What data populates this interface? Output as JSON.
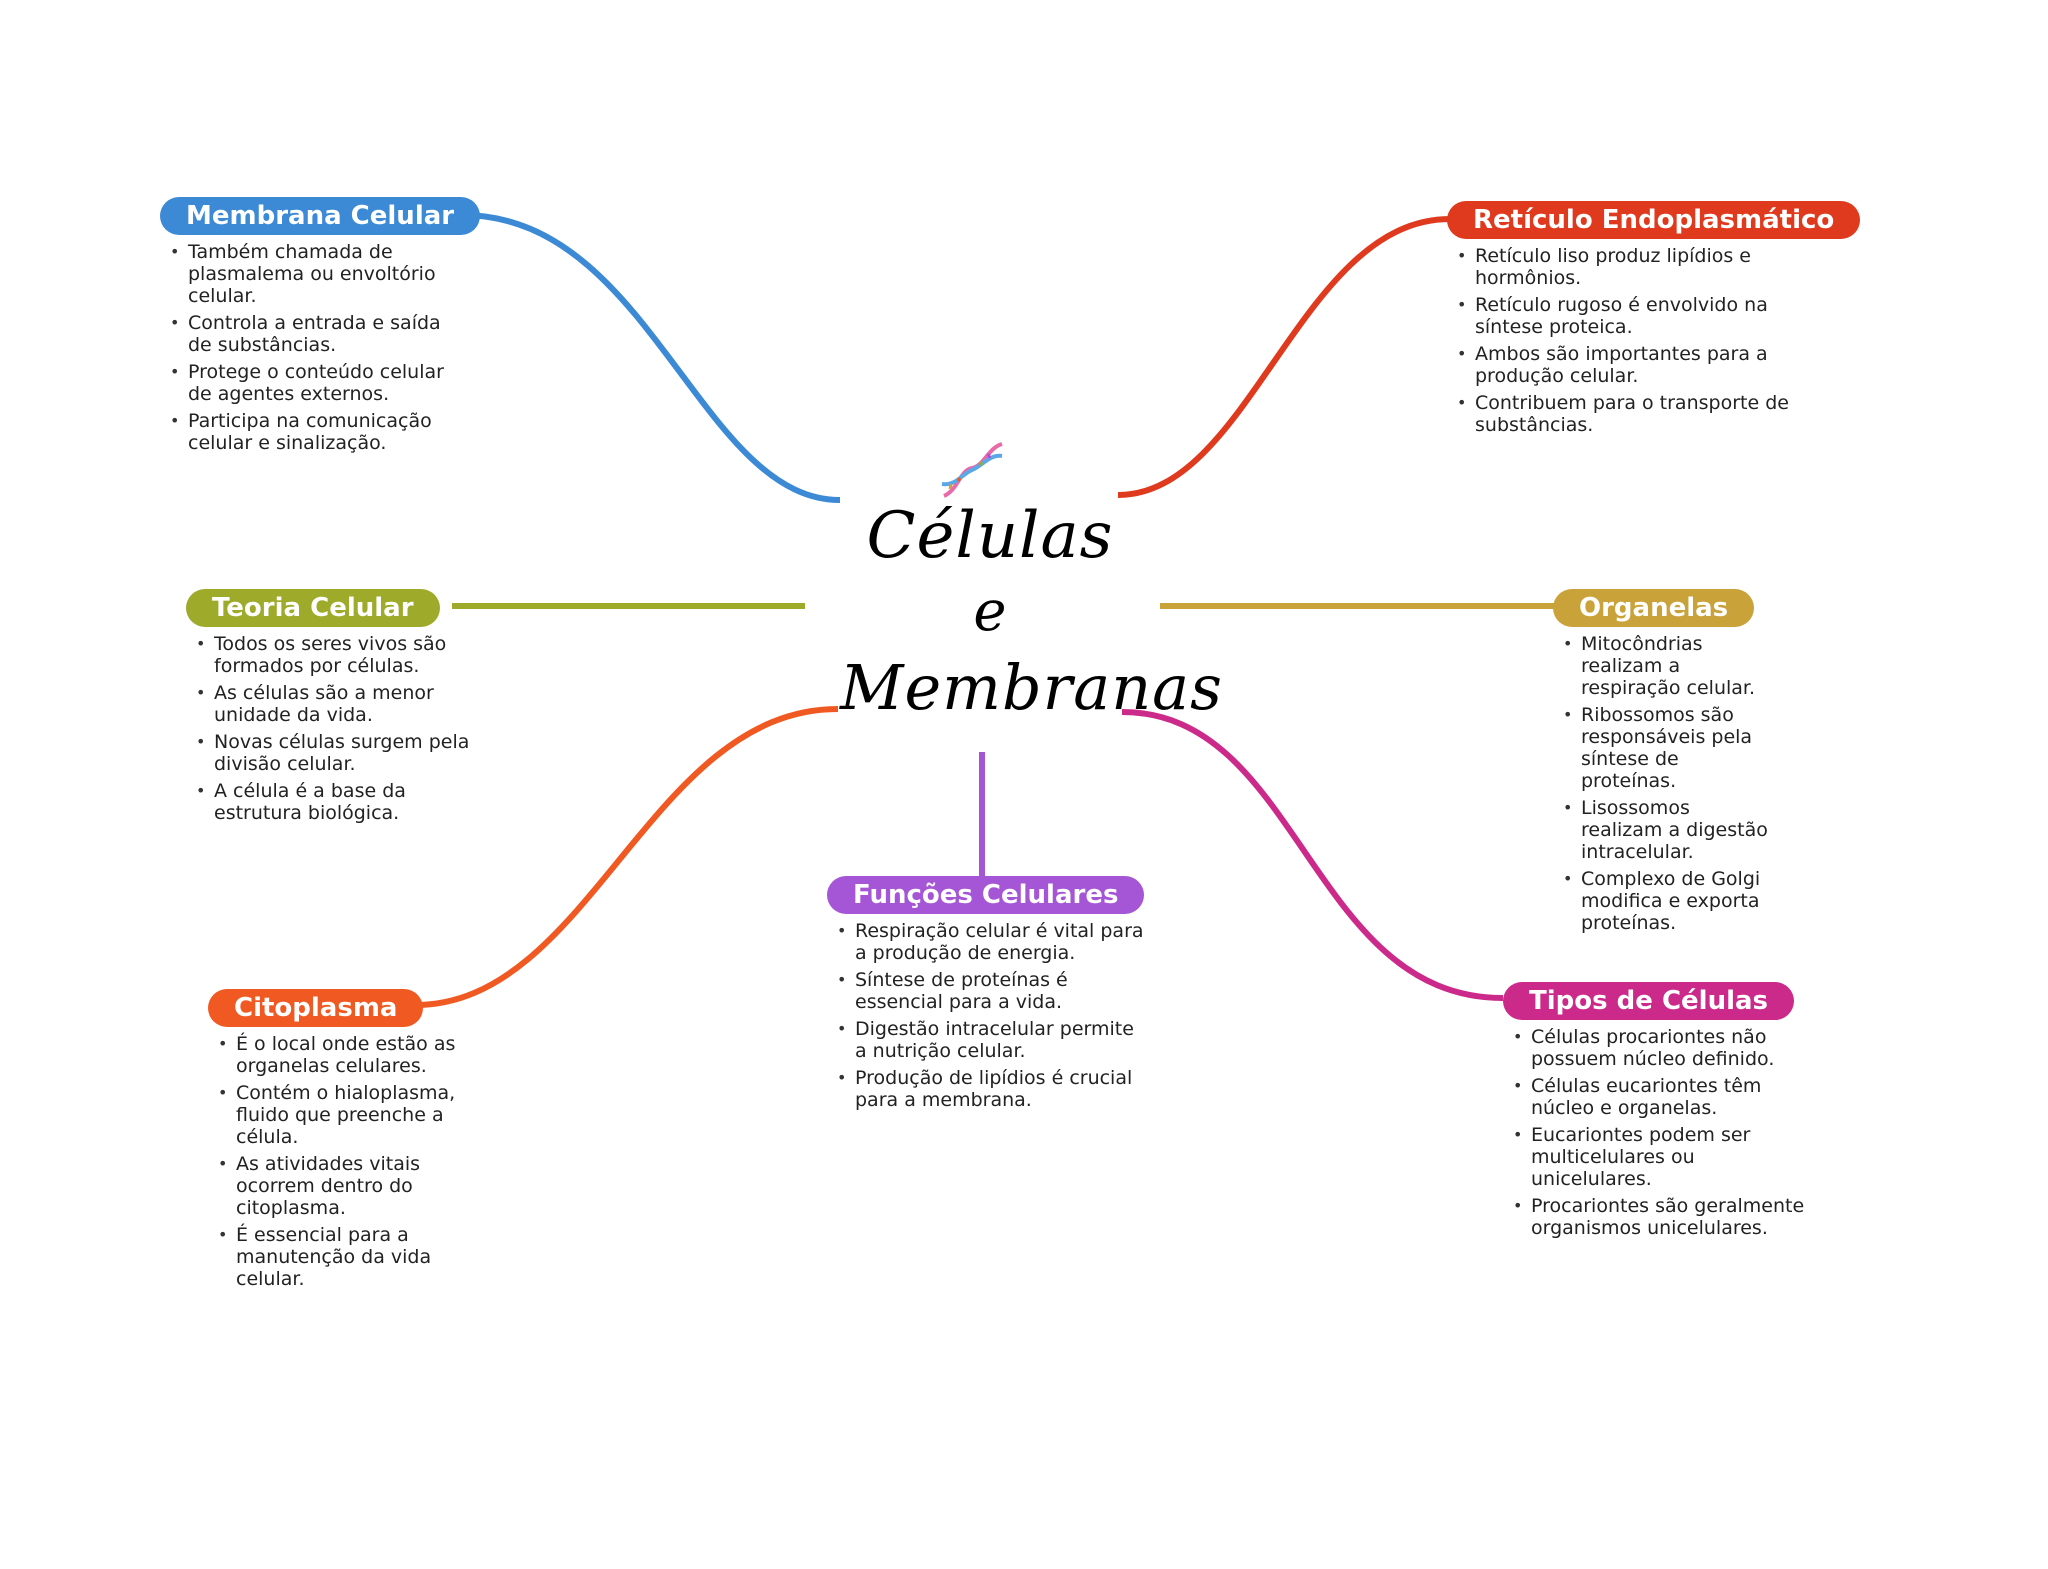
{
  "title": {
    "line1": "Células",
    "line2": "e",
    "line3": "Membranas"
  },
  "icon": "dna-icon",
  "branches": [
    {
      "key": "membrana",
      "label": "Membrana Celular",
      "color": "#3c8ad6",
      "items": [
        "Também chamada de plasmalema ou envoltório celular.",
        "Controla a entrada e saída de substâncias.",
        "Protege o conteúdo celular de agentes externos.",
        "Participa na comunicação celular e sinalização."
      ]
    },
    {
      "key": "reticulo",
      "label": "Retículo Endoplasmático",
      "color": "#e03a1e",
      "items": [
        "Retículo liso produz lipídios e hormônios.",
        "Retículo rugoso é envolvido na síntese proteica.",
        "Ambos são importantes para a produção celular.",
        "Contribuem para o transporte de substâncias."
      ]
    },
    {
      "key": "teoria",
      "label": "Teoria Celular",
      "color": "#9eaa2a",
      "items": [
        "Todos os seres vivos são formados por células.",
        "As células são a menor unidade da vida.",
        "Novas células surgem pela divisão celular.",
        "A célula é a base da estrutura biológica."
      ]
    },
    {
      "key": "organelas",
      "label": "Organelas",
      "color": "#c9a33a",
      "items": [
        "Mitocôndrias realizam a respiração celular.",
        "Ribossomos são responsáveis pela síntese de proteínas.",
        "Lisossomos realizam a digestão intracelular.",
        "Complexo de Golgi modifica e exporta proteínas."
      ]
    },
    {
      "key": "funcoes",
      "label": "Funções Celulares",
      "color": "#a556d6",
      "items": [
        "Respiração celular é vital para a produção de energia.",
        "Síntese de proteínas é essencial para a vida.",
        "Digestão intracelular permite a nutrição celular.",
        "Produção de lipídios é crucial para a membrana."
      ]
    },
    {
      "key": "citoplasma",
      "label": "Citoplasma",
      "color": "#f05a22",
      "items": [
        "É o local onde estão as organelas celulares.",
        "Contém o hialoplasma, fluido que preenche a célula.",
        "As atividades vitais ocorrem dentro do citoplasma.",
        "É essencial para a manutenção da vida celular."
      ]
    },
    {
      "key": "tipos",
      "label": "Tipos de Células",
      "color": "#cc2a8a",
      "items": [
        "Células procariontes não possuem núcleo definido.",
        "Células eucariontes têm núcleo e organelas.",
        "Eucariontes podem ser multicelulares ou unicelulares.",
        "Procariontes são geralmente organismos unicelulares."
      ]
    }
  ]
}
